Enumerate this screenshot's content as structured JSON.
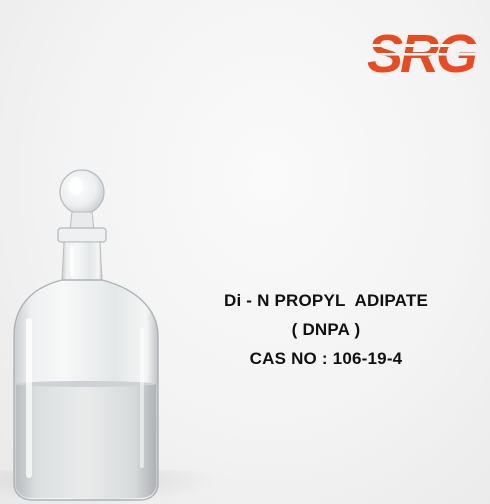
{
  "logo": {
    "text": "SRG",
    "color": "#ea4a1f",
    "stripe_color": "#ffffff"
  },
  "product": {
    "name": "Di - N PROPYL  ADIPATE",
    "abbreviation": "( DNPA )",
    "cas": "CAS NO : 106-19-4"
  },
  "image": {
    "subject": "glass-reagent-bottle-icon"
  }
}
